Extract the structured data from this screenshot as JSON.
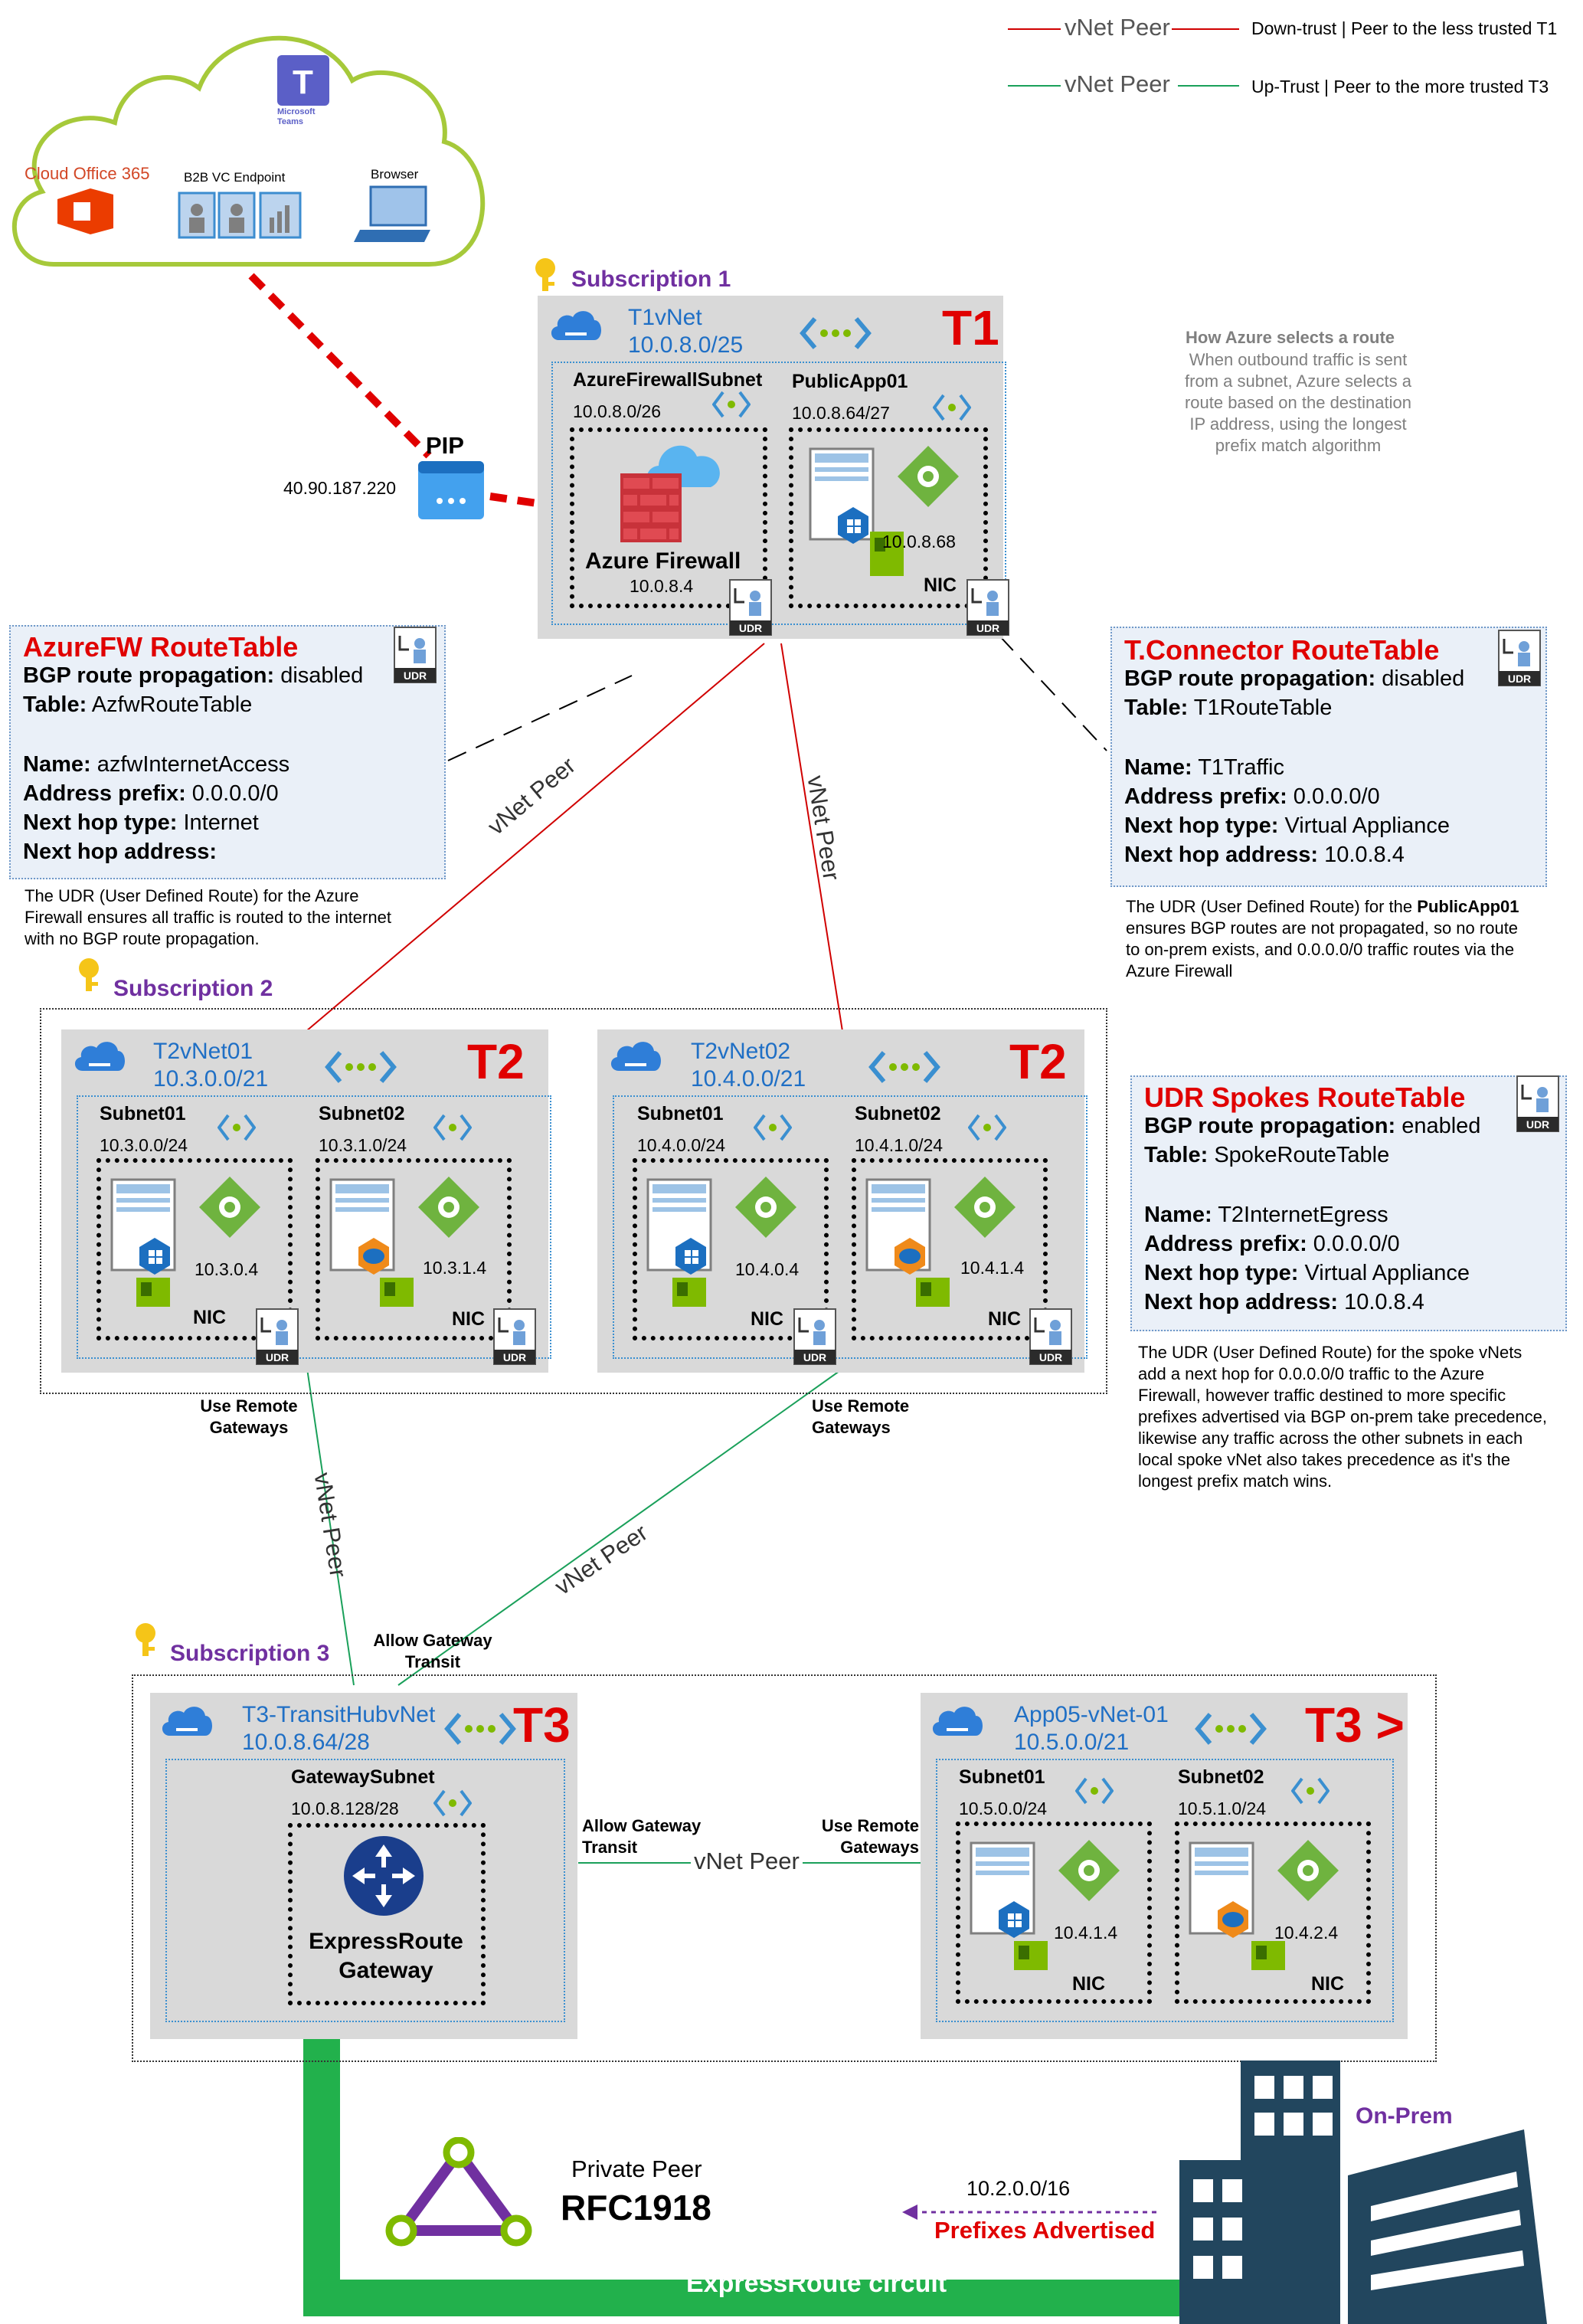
{
  "legend": {
    "red_label": "vNet Peer",
    "red_desc": "Down-trust | Peer to the less trusted T1",
    "green_label": "vNet Peer",
    "green_desc": "Up-Trust | Peer to the more trusted T3",
    "red_color": "#d00000",
    "green_color": "#1aa05a"
  },
  "cloud": {
    "teams": "Microsoft Teams",
    "office": "Cloud Office 365",
    "b2b": "B2B VC Endpoint",
    "browser": "Browser"
  },
  "pip": {
    "label": "PIP",
    "ip": "40.90.187.220"
  },
  "t1": {
    "subscription": "Subscription 1",
    "vnet_name": "T1vNet",
    "vnet_cidr": "10.0.8.0/25",
    "tier": "T1",
    "fw_subnet": "AzureFirewallSubnet",
    "fw_cidr": "10.0.8.0/26",
    "fw_name": "Azure Firewall",
    "fw_ip": "10.0.8.4",
    "app_subnet": "PublicApp01",
    "app_cidr": "10.0.8.64/27",
    "app_ip": "10.0.8.68",
    "nic": "NIC",
    "udr": "UDR"
  },
  "route_note": {
    "title": "How Azure selects a route",
    "lines": [
      "When outbound traffic is sent",
      "from a subnet, Azure selects a",
      "route based on the destination",
      "IP address, using the longest",
      "prefix match algorithm"
    ]
  },
  "azfw_rt": {
    "title": "AzureFW RouteTable",
    "bgp_label": "BGP route propagation:",
    "bgp_value": "disabled",
    "table_label": "Table:",
    "table_value": "AzfwRouteTable",
    "name_label": "Name:",
    "name_value": "azfwInternetAccess",
    "prefix_label": "Address prefix:",
    "prefix_value": "0.0.0.0/0",
    "hoptype_label": "Next hop type:",
    "hoptype_value": "Internet",
    "hopaddr_label": "Next hop address:",
    "hopaddr_value": "",
    "note": "The UDR (User Defined Route) for the Azure Firewall ensures all traffic is routed to the internet with no BGP route propagation."
  },
  "tconn_rt": {
    "title": "T.Connector RouteTable",
    "bgp_label": "BGP route propagation:",
    "bgp_value": "disabled",
    "table_label": "Table:",
    "table_value": "T1RouteTable",
    "name_label": "Name:",
    "name_value": "T1Traffic",
    "prefix_label": "Address prefix:",
    "prefix_value": "0.0.0.0/0",
    "hoptype_label": "Next hop type:",
    "hoptype_value": "Virtual Appliance",
    "hopaddr_label": "Next hop address:",
    "hopaddr_value": "10.0.8.4",
    "note_pre": "The UDR (User Defined Route) for the",
    "note_bold": "PublicApp01",
    "note_post": "ensures BGP routes are not propagated, so no route to on-prem exists, and 0.0.0.0/0 traffic routes via the Azure Firewall"
  },
  "spokes_rt": {
    "title": "UDR Spokes RouteTable",
    "bgp_label": "BGP route propagation:",
    "bgp_value": "enabled",
    "table_label": "Table:",
    "table_value": "SpokeRouteTable",
    "name_label": "Name:",
    "name_value": "T2InternetEgress",
    "prefix_label": "Address prefix:",
    "prefix_value": "0.0.0.0/0",
    "hoptype_label": "Next hop type:",
    "hoptype_value": "Virtual Appliance",
    "hopaddr_label": "Next hop address:",
    "hopaddr_value": "10.0.8.4",
    "note": "The UDR (User Defined Route) for the spoke vNets add a next hop for 0.0.0.0/0 traffic to the Azure Firewall, however traffic destined to more specific prefixes advertised via BGP on-prem take precedence, likewise any traffic across the other subnets in each local spoke vNet also takes precedence as it's the longest prefix match wins."
  },
  "peer_label": "vNet Peer",
  "t2": {
    "subscription": "Subscription 2",
    "tier": "T2",
    "nic": "NIC",
    "udr": "UDR",
    "use_remote": "Use Remote Gateways",
    "vnets": [
      {
        "name": "T2vNet01",
        "cidr": "10.3.0.0/21",
        "s1_name": "Subnet01",
        "s1_cidr": "10.3.0.0/24",
        "s1_ip": "10.3.0.4",
        "s2_name": "Subnet02",
        "s2_cidr": "10.3.1.0/24",
        "s2_ip": "10.3.1.4"
      },
      {
        "name": "T2vNet02",
        "cidr": "10.4.0.0/21",
        "s1_name": "Subnet01",
        "s1_cidr": "10.4.0.0/24",
        "s1_ip": "10.4.0.4",
        "s2_name": "Subnet02",
        "s2_cidr": "10.4.1.0/24",
        "s2_ip": "10.4.1.4"
      }
    ]
  },
  "t3": {
    "subscription": "Subscription 3",
    "allow_transit": "Allow Gateway Transit",
    "use_remote": "Use Remote Gateways",
    "hub_name": "T3-TransitHubvNet",
    "hub_cidr": "10.0.8.64/28",
    "hub_tier": "T3",
    "gw_subnet": "GatewaySubnet",
    "gw_cidr": "10.0.8.128/28",
    "gw_name_1": "ExpressRoute",
    "gw_name_2": "Gateway",
    "app_name": "App05-vNet-01",
    "app_cidr": "10.5.0.0/21",
    "app_tier": "T3 >",
    "s1_name": "Subnet01",
    "s1_cidr": "10.5.0.0/24",
    "s1_ip": "10.4.1.4",
    "s2_name": "Subnet02",
    "s2_cidr": "10.5.1.0/24",
    "s2_ip": "10.4.2.4",
    "nic": "NIC"
  },
  "bottom": {
    "private_peer": "Private Peer",
    "rfc": "RFC1918",
    "prefix": "10.2.0.0/16",
    "prefixes_advertised": "Prefixes Advertised",
    "onprem": "On-Prem",
    "circuit": "ExpressRoute circuit",
    "circuit_color": "#22b14c"
  }
}
